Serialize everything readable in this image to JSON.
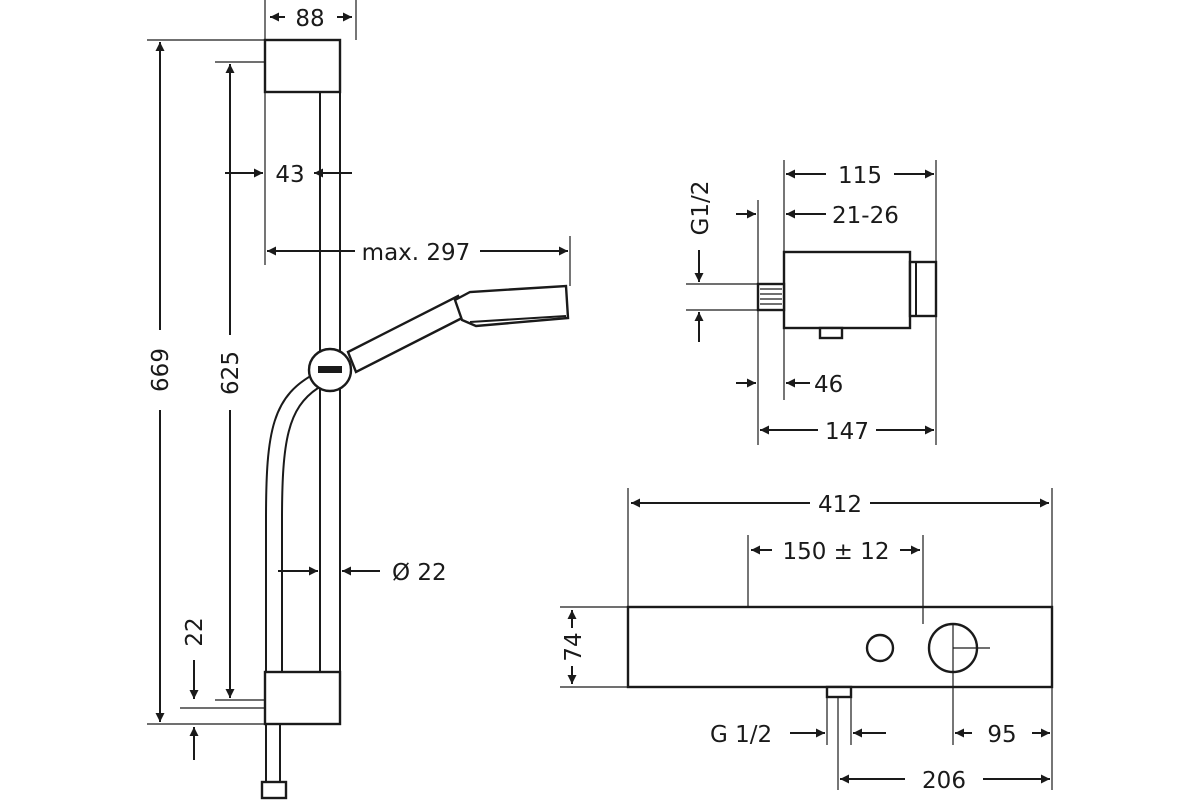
{
  "diagram": {
    "labels": {
      "d88": "88",
      "d43": "43",
      "max297": "max. 297",
      "d669": "669",
      "d625": "625",
      "dia22": "Ø 22",
      "d22": "22",
      "d115": "115",
      "g12_v": "G1/2",
      "d2126": "21-26",
      "d46": "46",
      "d147": "147",
      "d412": "412",
      "d150": "150 ± 12",
      "d74": "74",
      "g12_h": "G 1/2",
      "d95": "95",
      "d206": "206"
    }
  }
}
